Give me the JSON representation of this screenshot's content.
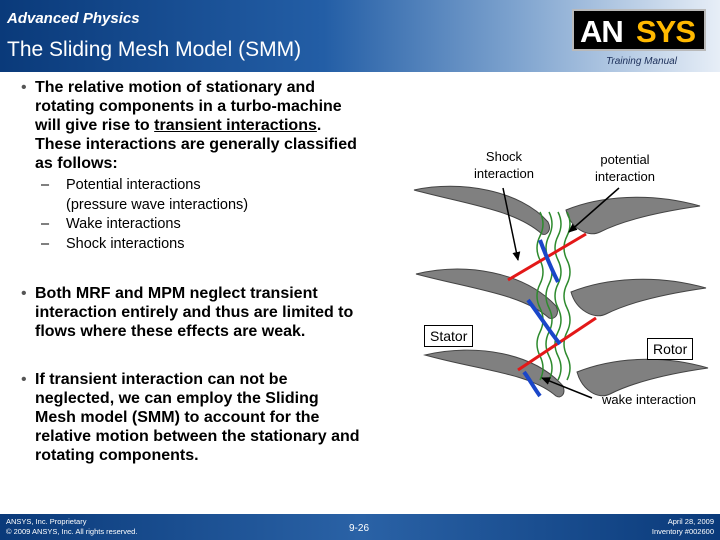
{
  "header": {
    "course": "Advanced Physics",
    "title": "The Sliding Mesh Model (SMM)",
    "logo": {
      "left": "AN",
      "right": "SYS"
    },
    "training": "Training Manual"
  },
  "bullets": {
    "b1": {
      "lines": [
        "The relative motion of stationary and",
        "rotating components in a turbo-machine",
        "will give rise to "
      ],
      "underlined": "transient interactions",
      "after": ".",
      "lines2": [
        "These interactions are generally classified",
        "as follows:"
      ]
    },
    "subs": {
      "s1_line1": "Potential interactions",
      "s1_line2": "(pressure wave interactions)",
      "s2": "Wake interactions",
      "s3": "Shock interactions"
    },
    "b2": [
      "Both MRF and MPM neglect transient",
      "interaction entirely and thus are limited to",
      "flows where these effects are weak."
    ],
    "b3": [
      "If transient interaction can not be",
      "neglected, we can employ the Sliding",
      "Mesh model (SMM) to account for the",
      "relative motion between the stationary and",
      "rotating components."
    ]
  },
  "diagram": {
    "shock_label": [
      "Shock",
      "interaction"
    ],
    "potential_label": [
      "potential",
      "interaction"
    ],
    "stator_label": "Stator",
    "rotor_label": "Rotor",
    "wake_label": "wake interaction",
    "colors": {
      "blade": "#808080",
      "shock": "#e31818",
      "wake": "#1a46c9",
      "waves": "#2e8b2e"
    }
  },
  "footer": {
    "left1": "ANSYS, Inc. Proprietary",
    "left2": "© 2009 ANSYS, Inc. All rights reserved.",
    "page": "9-26",
    "date": "April 28, 2009",
    "inventory": "Inventory #002600"
  }
}
